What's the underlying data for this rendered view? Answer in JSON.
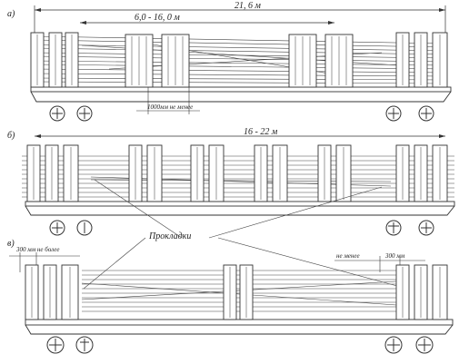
{
  "panels": [
    {
      "label": "а)",
      "dims": [
        {
          "text": "21, 6 м"
        },
        {
          "text": "6,0 - 16, 0 м"
        }
      ],
      "note": "1000мм не менее"
    },
    {
      "label": "б)",
      "dims": [
        {
          "text": "16 - 22 м"
        }
      ]
    },
    {
      "label": "в)",
      "dims": [],
      "note_left": "300 мм не более",
      "note_right_a": "не менее",
      "note_right_b": "300 мм",
      "callout": "Прокладки"
    }
  ]
}
